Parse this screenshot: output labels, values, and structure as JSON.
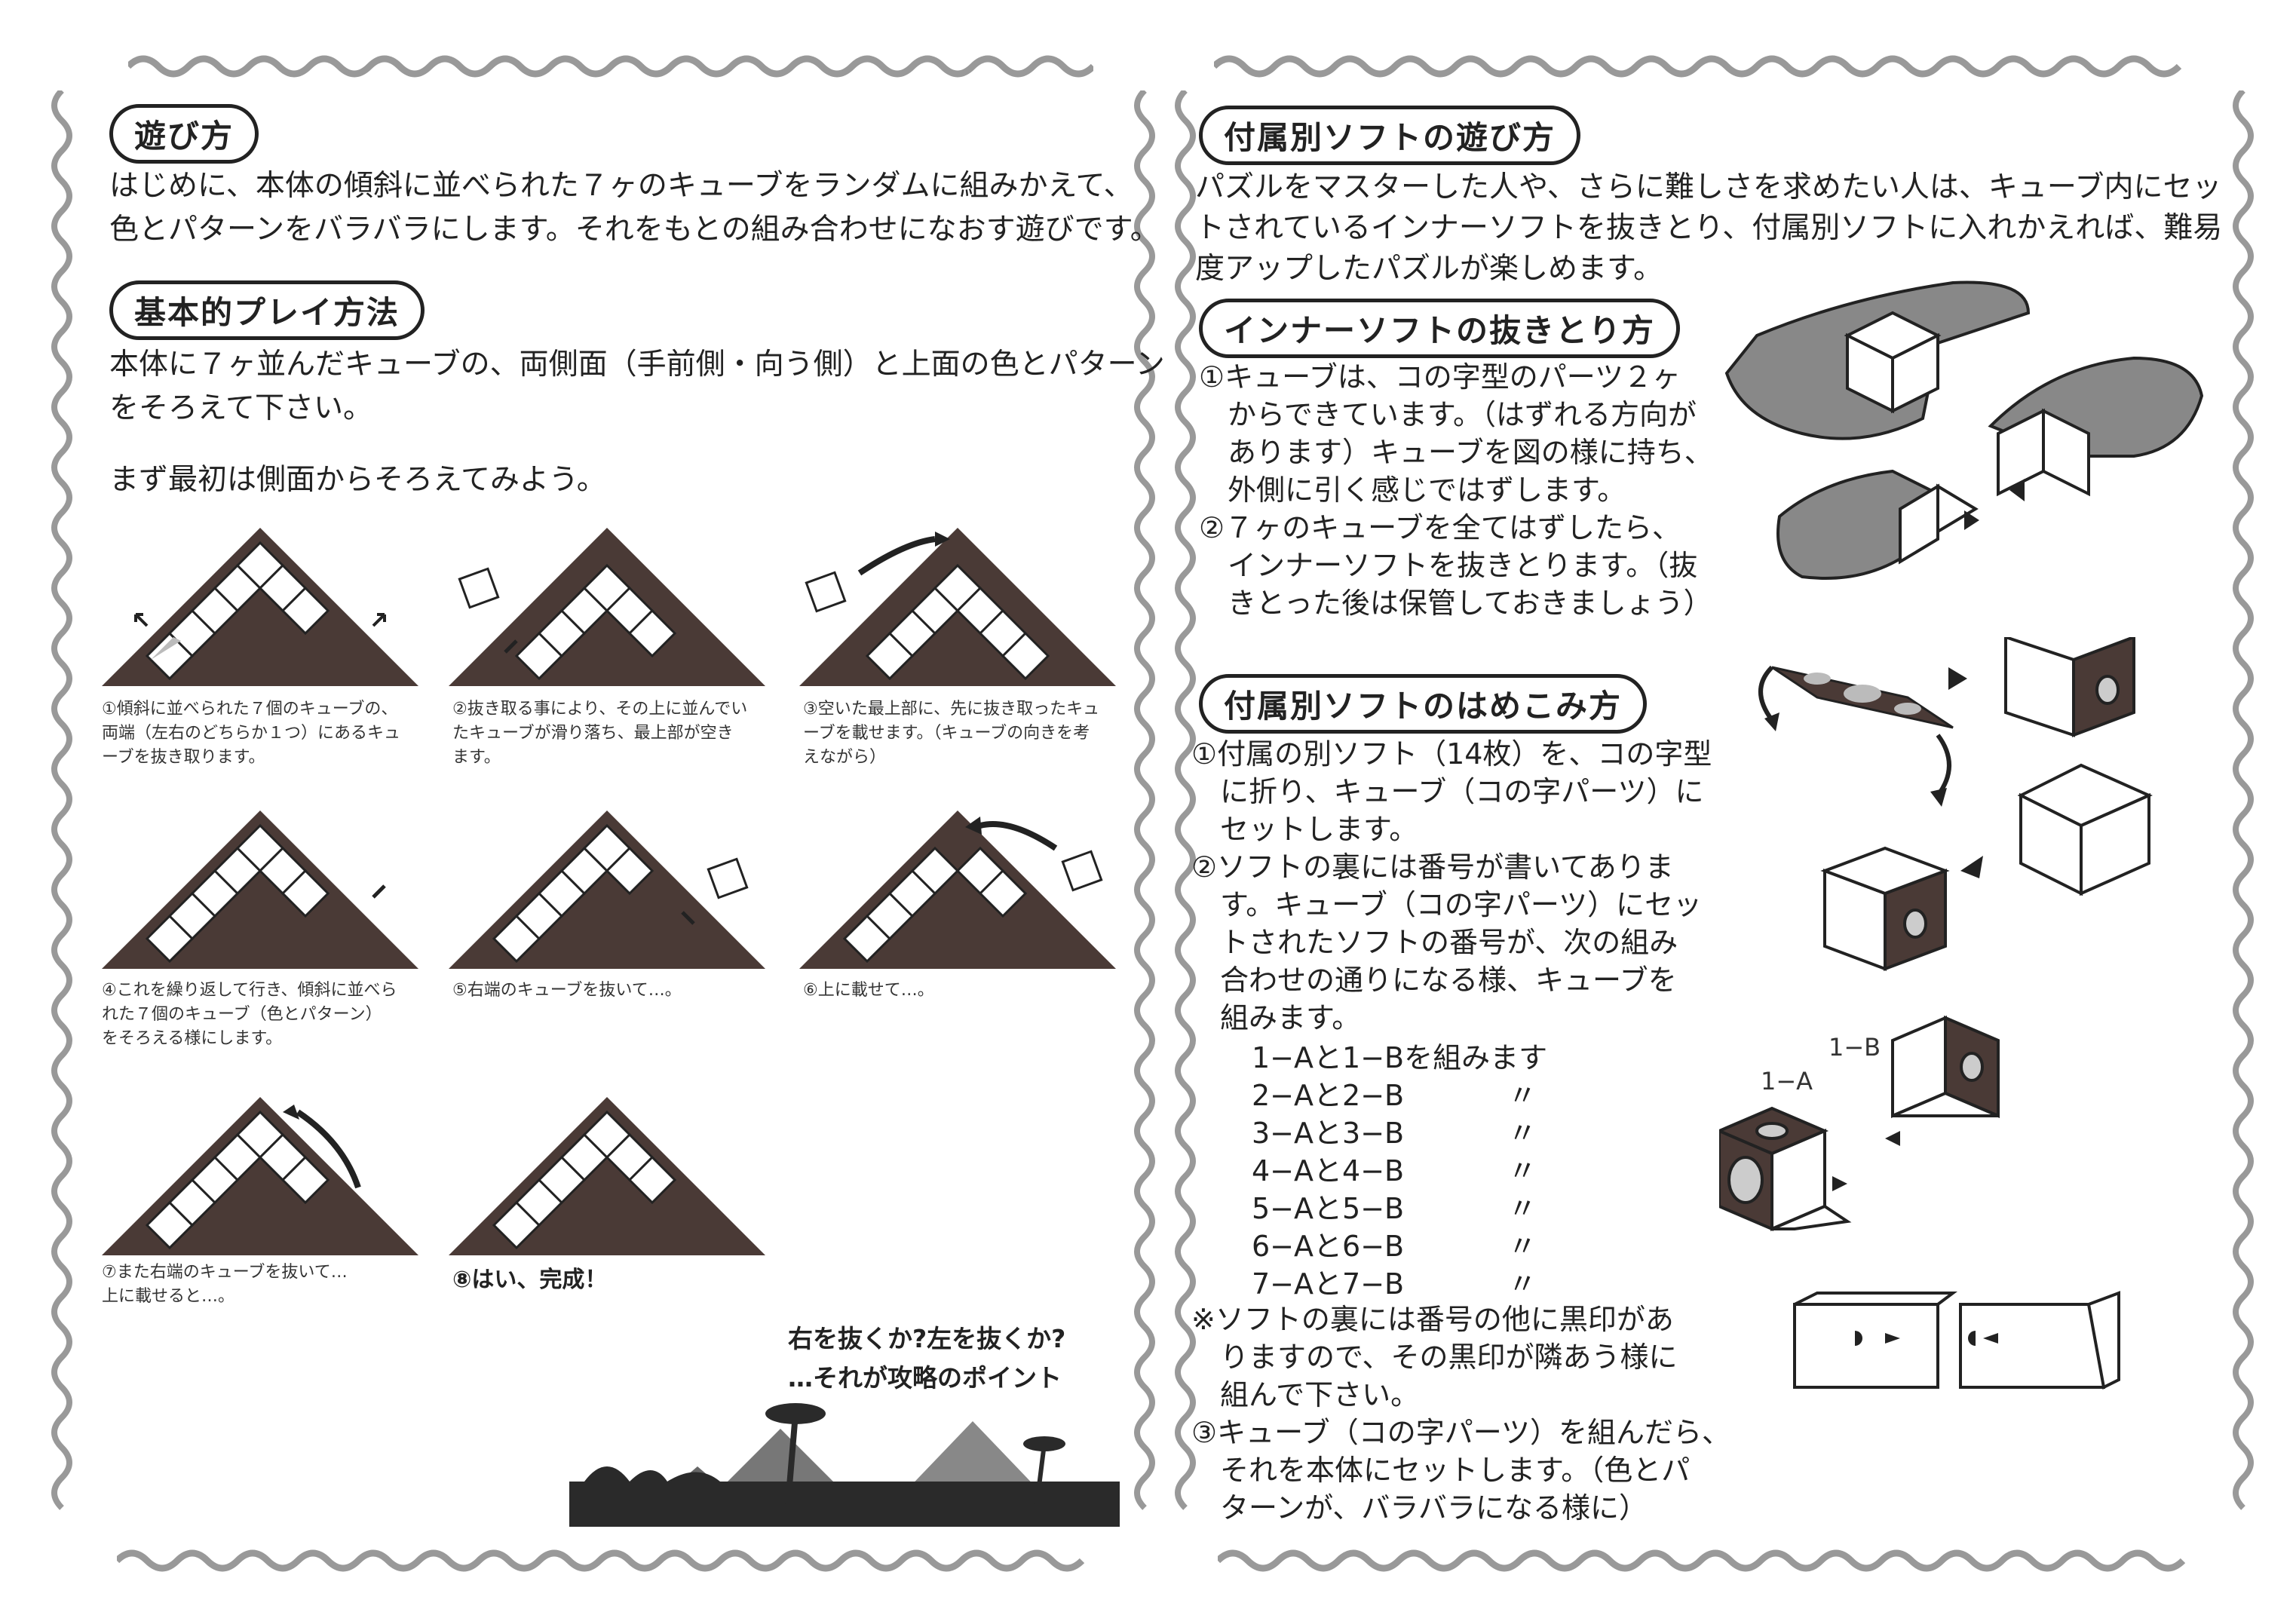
{
  "left": {
    "asobikata": {
      "heading": "遊び方",
      "lines": [
        "はじめに、本体の傾斜に並べられた７ヶのキューブをランダムに組みかえて、",
        "色とパターンをバラバラにします。それをもとの組み合わせになおす遊びです。"
      ]
    },
    "kihon": {
      "heading": "基本的プレイ方法",
      "lines": [
        "本体に７ヶ並んだキューブの、両側面（手前側・向う側）と上面の色とパターン",
        "をそろえて下さい。"
      ],
      "first": "まず最初は側面からそろえてみよう。"
    },
    "steps": [
      {
        "lines": [
          "①傾斜に並べられた７個のキューブの、",
          "両端（左右のどちらか１つ）にあるキュ",
          "ーブを抜き取ります。"
        ]
      },
      {
        "lines": [
          "②抜き取る事により、その上に並んでい",
          "たキューブが滑り落ち、最上部が空き",
          "ます。"
        ]
      },
      {
        "lines": [
          "③空いた最上部に、先に抜き取ったキュ",
          "ーブを載せます。（キューブの向きを考",
          "えながら）"
        ]
      },
      {
        "lines": [
          "④これを繰り返して行き、傾斜に並べら",
          "れた７個のキューブ（色とパターン）",
          "をそろえる様にします。"
        ]
      },
      {
        "lines": [
          "⑤右端のキューブを抜いて…。"
        ]
      },
      {
        "lines": [
          "⑥上に載せて…。"
        ]
      },
      {
        "lines": [
          "⑦また右端のキューブを抜いて…",
          "上に載せると…。"
        ]
      },
      {
        "lines": [
          "⑧はい、完成！"
        ]
      }
    ],
    "point": [
      "右を抜くか?左を抜くか?",
      "…それが攻略のポイント"
    ]
  },
  "right": {
    "fuzoku": {
      "heading": "付属別ソフトの遊び方",
      "lines": [
        "パズルをマスターした人や、さらに難しさを求めたい人は、キューブ内にセッ",
        "トされているインナーソフトを抜きとり、付属別ソフトに入れかえれば、難易",
        "度アップしたパズルが楽しめます。"
      ]
    },
    "inner": {
      "heading": "インナーソフトの抜きとり方",
      "lines": [
        "①キューブは、コの字型のパーツ２ヶ",
        "　からできています。（はずれる方向が",
        "　あります）キューブを図の様に持ち、",
        "　外側に引く感じではずします。",
        "②７ヶのキューブを全てはずしたら、",
        "　インナーソフトを抜きとります。（抜",
        "　きとった後は保管しておきましょう）"
      ]
    },
    "hamekomi": {
      "heading": "付属別ソフトのはめこみ方",
      "lines": [
        "①付属の別ソフト（14枚）を、コの字型",
        "　に折り、キューブ（コの字パーツ）に",
        "　セットします。",
        "②ソフトの裏には番号が書いてありま",
        "　す。キューブ（コの字パーツ）にセッ",
        "　トされたソフトの番号が、次の組み",
        "　合わせの通りになる様、キューブを",
        "　組みます。"
      ],
      "combos": [
        {
          "pair": "1−Aと1−Bを組みます",
          "mark": ""
        },
        {
          "pair": "2−Aと2−B",
          "mark": "〃"
        },
        {
          "pair": "3−Aと3−B",
          "mark": "〃"
        },
        {
          "pair": "4−Aと4−B",
          "mark": "〃"
        },
        {
          "pair": "5−Aと5−B",
          "mark": "〃"
        },
        {
          "pair": "6−Aと6−B",
          "mark": "〃"
        },
        {
          "pair": "7−Aと7−B",
          "mark": "〃"
        }
      ],
      "notes": [
        "※ソフトの裏には番号の他に黒印があ",
        "　りますので、その黒印が隣あう様に",
        "　組んで下さい。",
        "③キューブ（コの字パーツ）を組んだら、",
        "　それを本体にセットします。（色とパ",
        "　ターンが、バラバラになる様に）"
      ],
      "label_1a": "1−A",
      "label_1b": "1−B"
    }
  }
}
